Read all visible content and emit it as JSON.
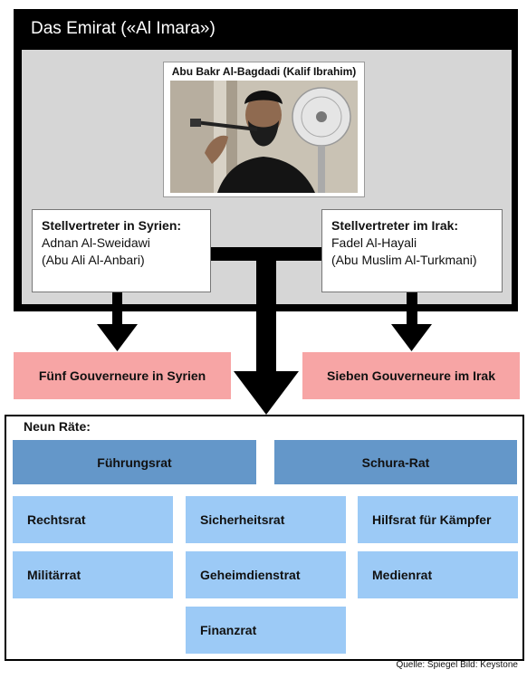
{
  "emirat": {
    "title": "Das Emirat («Al Imara»)"
  },
  "leader": {
    "name": "Abu Bakr Al-Bagdadi (Kalif Ibrahim)"
  },
  "deputies": [
    {
      "title": "Stellvertreter in Syrien:",
      "name": "Adnan Al-Sweidawi",
      "alias": "(Abu Ali Al-Anbari)"
    },
    {
      "title": "Stellvertreter im Irak:",
      "name": "Fadel Al-Hayali",
      "alias": "(Abu Muslim Al-Turkmani)"
    }
  ],
  "governors": {
    "syria": "Fünf Gouverneure in Syrien",
    "iraq": "Sieben Gouverneure im Irak"
  },
  "councils": {
    "title": "Neun Räte:",
    "items": [
      "Führungsrat",
      "Schura-Rat",
      "Rechtsrat",
      "Sicherheitsrat",
      "Hilfsrat für Kämpfer",
      "Militärrat",
      "Geheimdienstrat",
      "Medienrat",
      "Finanzrat"
    ]
  },
  "source": "Quelle: Spiegel  Bild: Keystone",
  "colors": {
    "frame": "#000000",
    "inner": "#d6d6d6",
    "governor": "#f7a5a5",
    "council_dark": "#6497c9",
    "council_light": "#9ccaf6"
  }
}
